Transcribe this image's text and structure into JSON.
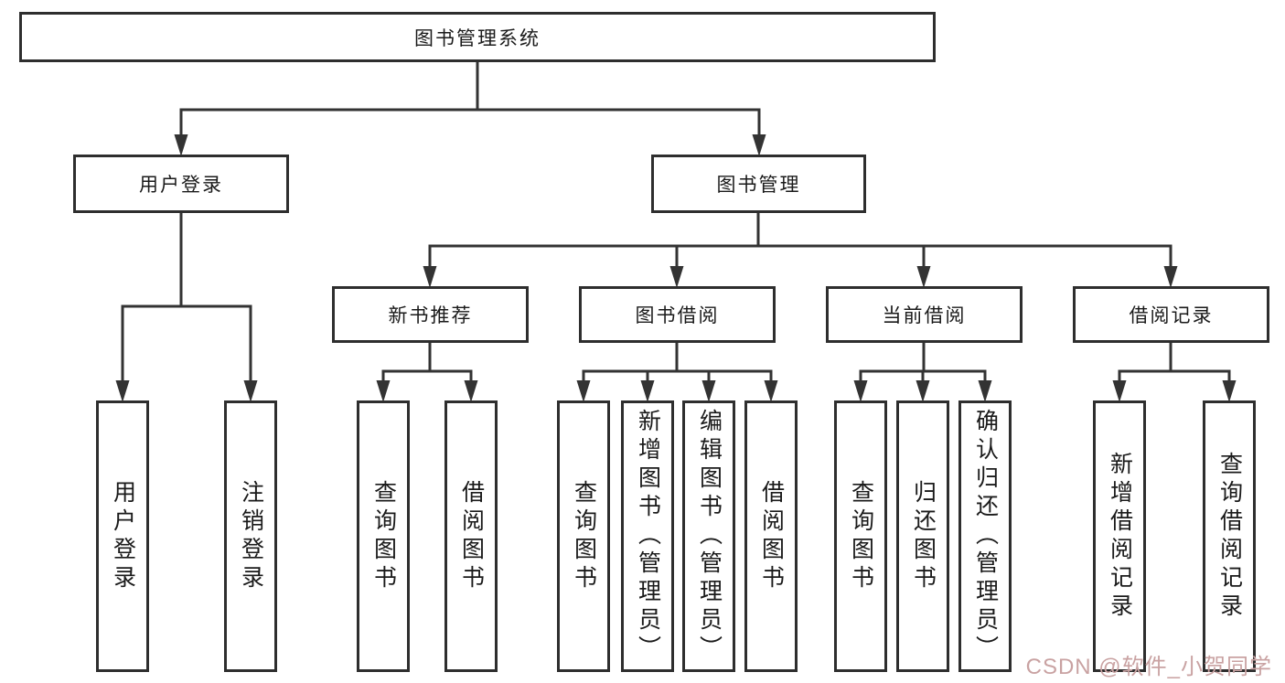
{
  "colors": {
    "background": "#ffffff",
    "line": "#333333",
    "box_border": "#2e2e2e",
    "text": "#1a1a1a",
    "watermark": "#c9a2a2"
  },
  "diagram": {
    "root": {
      "label": "图书管理系统"
    },
    "branches": [
      {
        "label": "用户登录",
        "children": [
          {
            "label": "用户登录"
          },
          {
            "label": "注销登录"
          }
        ]
      },
      {
        "label": "图书管理",
        "sections": [
          {
            "label": "新书推荐",
            "children": [
              {
                "label": "查询图书"
              },
              {
                "label": "借阅图书"
              }
            ]
          },
          {
            "label": "图书借阅",
            "children": [
              {
                "label": "查询图书"
              },
              {
                "label": "新增图书（管理员）"
              },
              {
                "label": "编辑图书（管理员）"
              },
              {
                "label": "借阅图书"
              }
            ]
          },
          {
            "label": "当前借阅",
            "children": [
              {
                "label": "查询图书"
              },
              {
                "label": "归还图书"
              },
              {
                "label": "确认归还（管理员）"
              }
            ]
          },
          {
            "label": "借阅记录",
            "children": [
              {
                "label": "新增借阅记录"
              },
              {
                "label": "查询借阅记录"
              }
            ]
          }
        ]
      }
    ]
  },
  "watermark": {
    "label": "CSDN @软件_小贺同学"
  }
}
